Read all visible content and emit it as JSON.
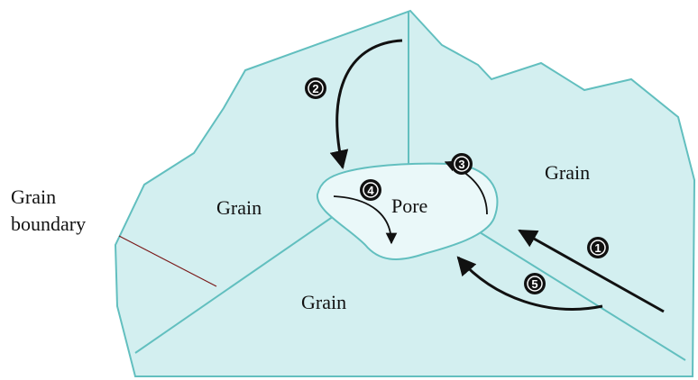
{
  "colors": {
    "grain_fill": "#d3eff0",
    "grain_edge": "#62bfbf",
    "pore_fill": "#eaf8f9",
    "arrow": "#111111",
    "step_badge": "#111111"
  },
  "labels": {
    "grain_top_right": "Grain",
    "grain_left": "Grain",
    "grain_bottom": "Grain",
    "pore": "Pore",
    "boundary_line1": "Grain",
    "boundary_line2": "boundary"
  },
  "steps": {
    "s1": "1",
    "s2": "2",
    "s3": "3",
    "s4": "4",
    "s5": "5"
  }
}
